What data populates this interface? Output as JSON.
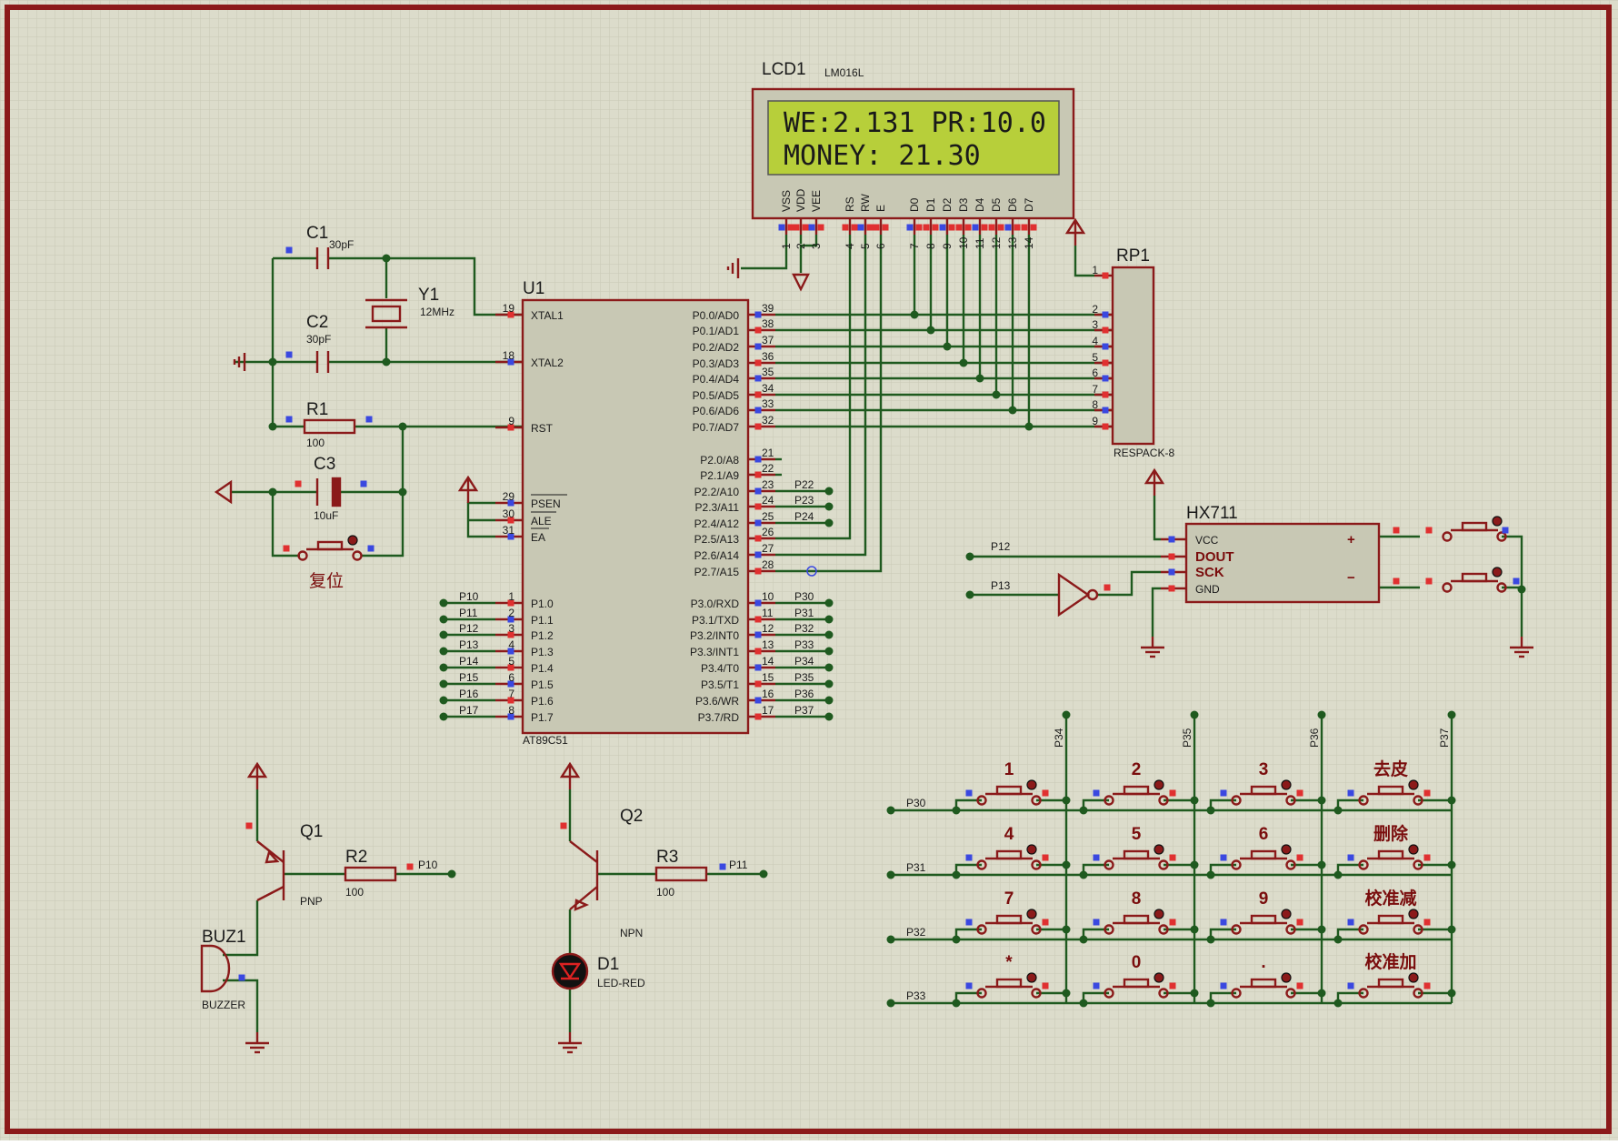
{
  "colors": {
    "paper": "#dcdccb",
    "grid": "#c9c9b6",
    "border": "#8b1a1a",
    "wire": "#1f5a1f",
    "body": "#8b1a1a",
    "bodyFill": "#c8c8b4",
    "lcd": "#b7cf3a",
    "pinRed": "#e03030",
    "pinBlue": "#3a48e0"
  },
  "lcd": {
    "ref": "LCD1",
    "model": "LM016L",
    "line1": "WE:2.131 PR:10.0",
    "line2": "MONEY: 21.30",
    "pins": [
      "VSS",
      "VDD",
      "VEE",
      "RS",
      "RW",
      "E",
      "D0",
      "D1",
      "D2",
      "D3",
      "D4",
      "D5",
      "D6",
      "D7"
    ],
    "nums": [
      "1",
      "2",
      "3",
      "4",
      "5",
      "6",
      "7",
      "8",
      "9",
      "10",
      "11",
      "12",
      "13",
      "14"
    ]
  },
  "mcu": {
    "ref": "U1",
    "model": "AT89C51",
    "left": [
      {
        "n": "19",
        "t": "XTAL1"
      },
      {
        "n": "18",
        "t": "XTAL2"
      },
      {
        "n": "9",
        "t": "RST"
      },
      {
        "n": "29",
        "t": "PSEN"
      },
      {
        "n": "30",
        "t": "ALE"
      },
      {
        "n": "31",
        "t": "EA"
      },
      {
        "n": "1",
        "t": "P1.0"
      },
      {
        "n": "2",
        "t": "P1.1"
      },
      {
        "n": "3",
        "t": "P1.2"
      },
      {
        "n": "4",
        "t": "P1.3"
      },
      {
        "n": "5",
        "t": "P1.4"
      },
      {
        "n": "6",
        "t": "P1.5"
      },
      {
        "n": "7",
        "t": "P1.6"
      },
      {
        "n": "8",
        "t": "P1.7"
      }
    ],
    "right": [
      {
        "n": "39",
        "t": "P0.0/AD0"
      },
      {
        "n": "38",
        "t": "P0.1/AD1"
      },
      {
        "n": "37",
        "t": "P0.2/AD2"
      },
      {
        "n": "36",
        "t": "P0.3/AD3"
      },
      {
        "n": "35",
        "t": "P0.4/AD4"
      },
      {
        "n": "34",
        "t": "P0.5/AD5"
      },
      {
        "n": "33",
        "t": "P0.6/AD6"
      },
      {
        "n": "32",
        "t": "P0.7/AD7"
      },
      {
        "n": "21",
        "t": "P2.0/A8"
      },
      {
        "n": "22",
        "t": "P2.1/A9"
      },
      {
        "n": "23",
        "t": "P2.2/A10"
      },
      {
        "n": "24",
        "t": "P2.3/A11"
      },
      {
        "n": "25",
        "t": "P2.4/A12"
      },
      {
        "n": "26",
        "t": "P2.5/A13"
      },
      {
        "n": "27",
        "t": "P2.6/A14"
      },
      {
        "n": "28",
        "t": "P2.7/A15"
      },
      {
        "n": "10",
        "t": "P3.0/RXD"
      },
      {
        "n": "11",
        "t": "P3.1/TXD"
      },
      {
        "n": "12",
        "t": "P3.2/INT0"
      },
      {
        "n": "13",
        "t": "P3.3/INT1"
      },
      {
        "n": "14",
        "t": "P3.4/T0"
      },
      {
        "n": "15",
        "t": "P3.5/T1"
      },
      {
        "n": "16",
        "t": "P3.6/WR"
      },
      {
        "n": "17",
        "t": "P3.7/RD"
      }
    ],
    "p1nets": [
      "P10",
      "P11",
      "P12",
      "P13",
      "P14",
      "P15",
      "P16",
      "P17"
    ],
    "p2nets": [
      "P22",
      "P23",
      "P24"
    ],
    "p3nets": [
      "P30",
      "P31",
      "P32",
      "P33",
      "P34",
      "P35",
      "P36",
      "P37"
    ]
  },
  "rp1": {
    "ref": "RP1",
    "model": "RESPACK-8",
    "nums": [
      "1",
      "2",
      "3",
      "4",
      "5",
      "6",
      "7",
      "8",
      "9"
    ]
  },
  "hx711": {
    "ref": "HX711",
    "pins": [
      "VCC",
      "DOUT",
      "SCK",
      "GND"
    ],
    "plus": "+",
    "minus": "−",
    "netA": "P12",
    "netB": "P13"
  },
  "osc": {
    "c1": "C1",
    "c1v": "30pF",
    "c2": "C2",
    "c2v": "30pF",
    "y1": "Y1",
    "y1v": "12MHz"
  },
  "reset": {
    "r1": "R1",
    "r1v": "100",
    "c3": "C3",
    "c3v": "10uF",
    "label": "复位"
  },
  "q1": {
    "ref": "Q1",
    "type": "PNP",
    "r": "R2",
    "rv": "100",
    "net": "P10",
    "buz": "BUZ1",
    "buzv": "BUZZER"
  },
  "q2": {
    "ref": "Q2",
    "type": "NPN",
    "r": "R3",
    "rv": "100",
    "net": "P11",
    "led": "D1",
    "ledv": "LED-RED"
  },
  "keypad": {
    "rows": [
      "P30",
      "P31",
      "P32",
      "P33"
    ],
    "cols": [
      "P34",
      "P35",
      "P36",
      "P37"
    ],
    "keys": [
      [
        "1",
        "2",
        "3",
        "去皮"
      ],
      [
        "4",
        "5",
        "6",
        "删除"
      ],
      [
        "7",
        "8",
        "9",
        "校准减"
      ],
      [
        "*",
        "0",
        ".",
        "校准加"
      ]
    ]
  }
}
